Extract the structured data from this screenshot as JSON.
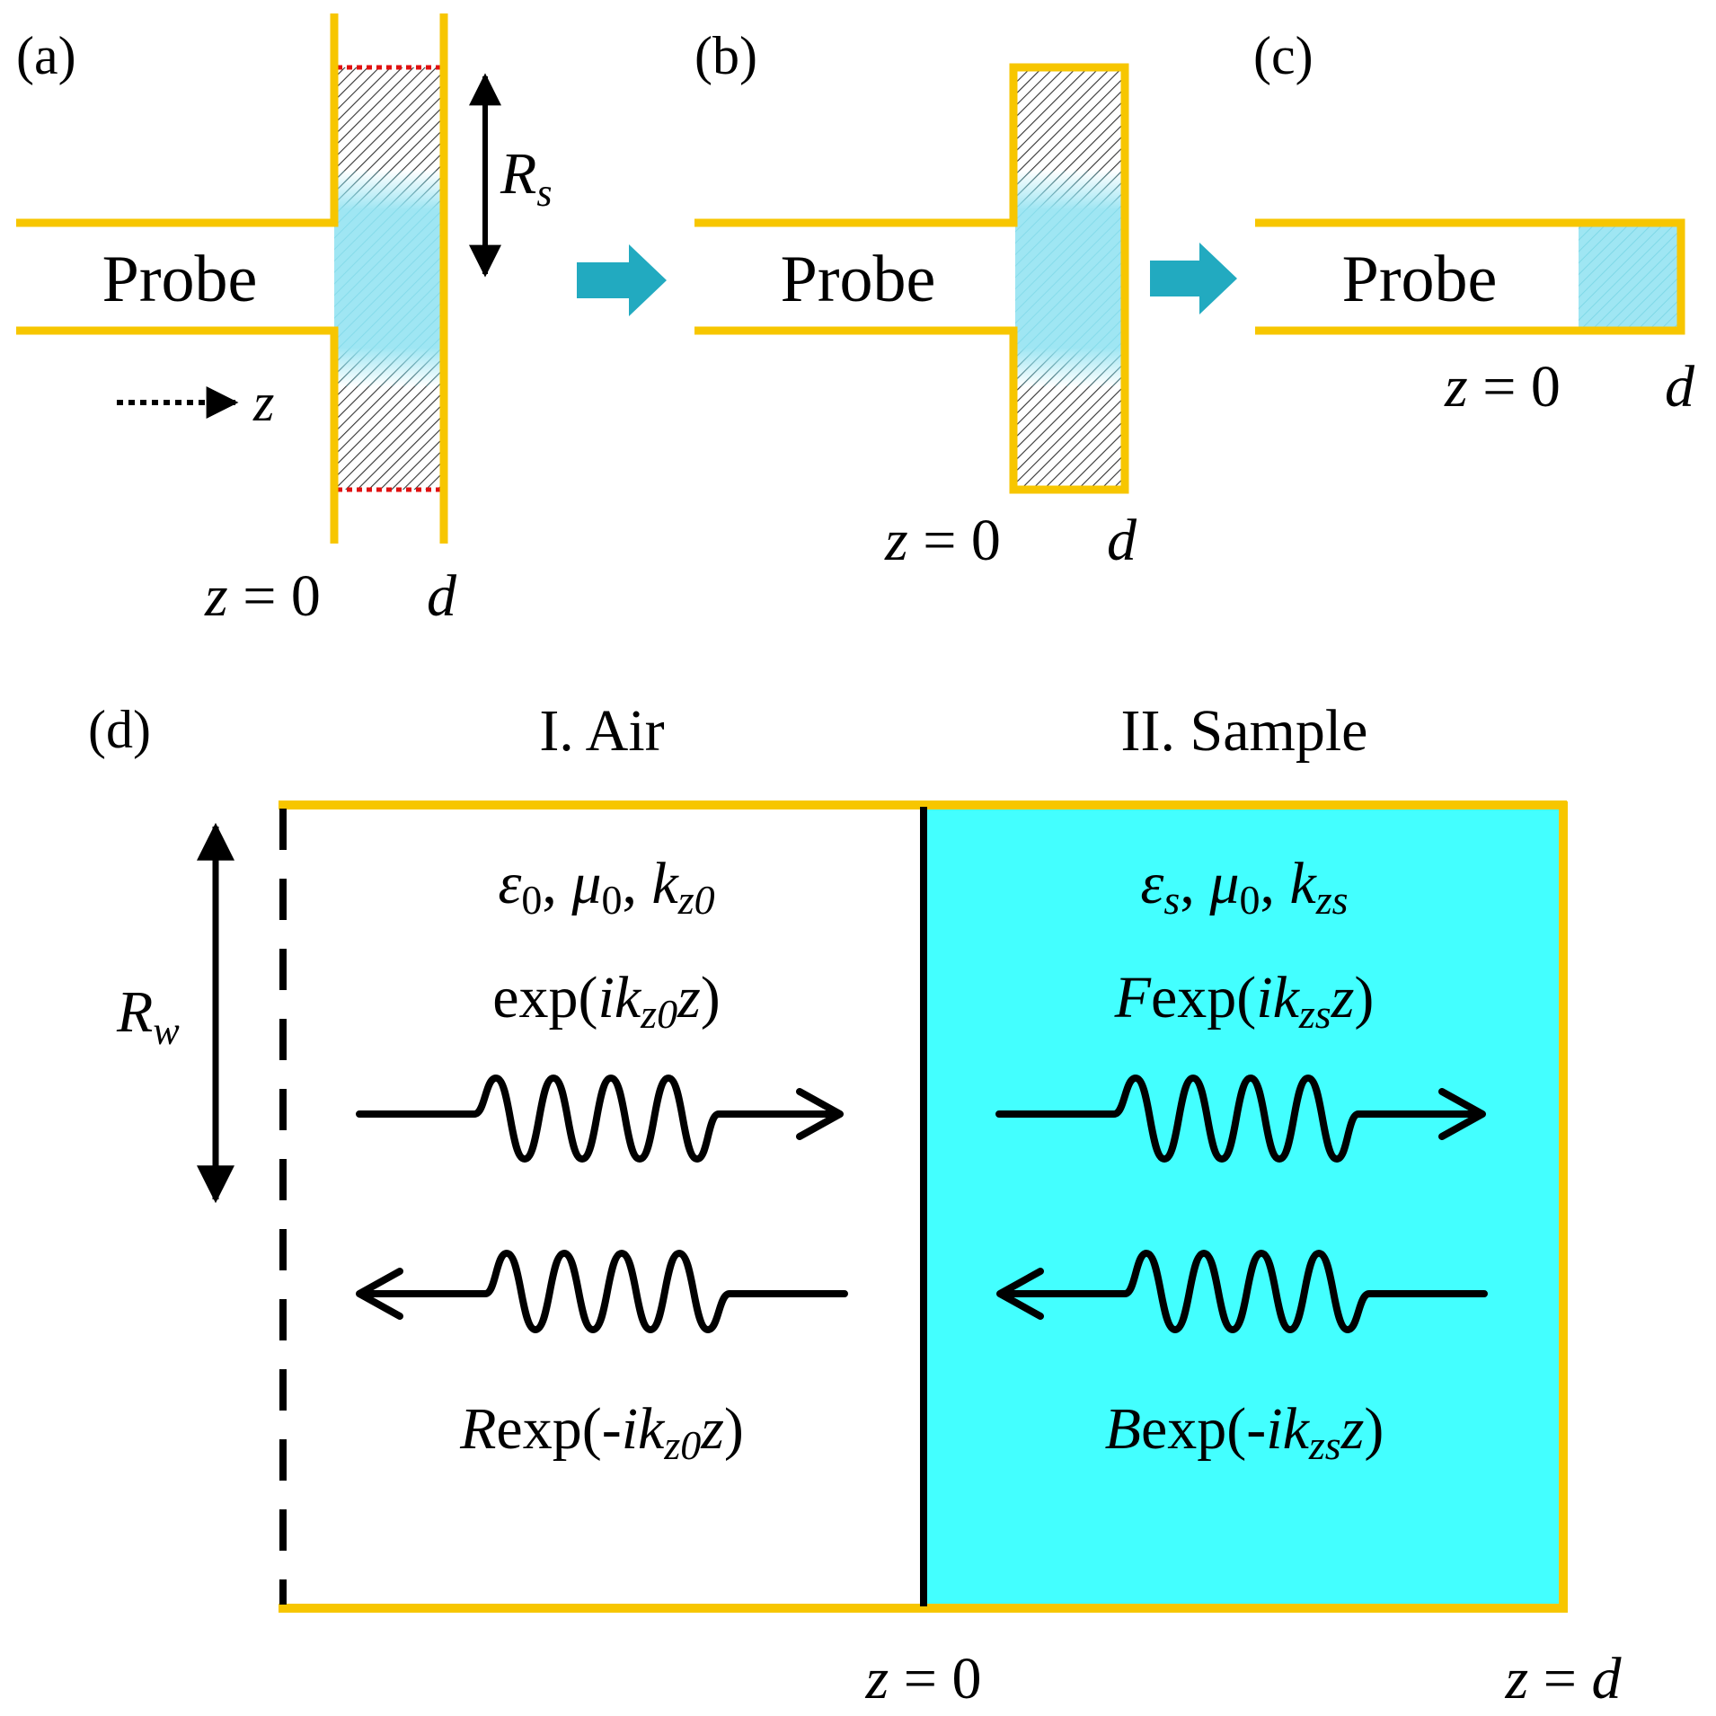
{
  "colors": {
    "waveguide": "#f7c600",
    "sample_cyan": "#43ffff",
    "sample_light": "#9fe6f3",
    "arrow_teal": "#22aac0",
    "hatch_dark": "#333333",
    "boundary_red": "#e01010",
    "text": "#000000"
  },
  "panel_a": {
    "label": "(a)",
    "probe": "Probe",
    "rs": {
      "main": "R",
      "sub": "s"
    },
    "dir_axis": "z",
    "z0": {
      "var": "z",
      "rest": " = 0"
    },
    "d": "d"
  },
  "panel_b": {
    "label": "(b)",
    "probe": "Probe",
    "z0": {
      "var": "z",
      "rest": " = 0"
    },
    "d": "d"
  },
  "panel_c": {
    "label": "(c)",
    "probe": "Probe",
    "z0": {
      "var": "z",
      "rest": " = 0"
    },
    "d": "d"
  },
  "panel_d": {
    "label": "(d)",
    "region_air": "I. Air",
    "region_sample": "II. Sample",
    "rw": {
      "main": "R",
      "sub": "w"
    },
    "air_params": {
      "eps": "ε",
      "eps_sub": "0",
      "mu": "μ",
      "mu_sub": "0",
      "k": "k",
      "k_sub": "z0"
    },
    "sample_params": {
      "eps": "ε",
      "eps_sub": "s",
      "mu": "μ",
      "mu_sub": "0",
      "k": "k",
      "k_sub": "zs"
    },
    "air_forward": {
      "coef": "",
      "pre": "exp(",
      "i": "ik",
      "k_sub": "z0",
      "z": "z",
      "post": ")"
    },
    "air_backward": {
      "coef": "R",
      "pre": "exp(-",
      "i": "ik",
      "k_sub": "z0",
      "z": "z",
      "post": ")"
    },
    "sample_forward": {
      "coef": "F",
      "pre": "exp(",
      "i": "ik",
      "k_sub": "zs",
      "z": "z",
      "post": ")"
    },
    "sample_backward": {
      "coef": "B",
      "pre": "exp(-",
      "i": "ik",
      "k_sub": "zs",
      "z": "z",
      "post": ")"
    },
    "bottom_z0": {
      "var": "z",
      "rest": " = 0"
    },
    "bottom_zd": {
      "var": "z",
      "eq": " = ",
      "d": "d"
    }
  }
}
